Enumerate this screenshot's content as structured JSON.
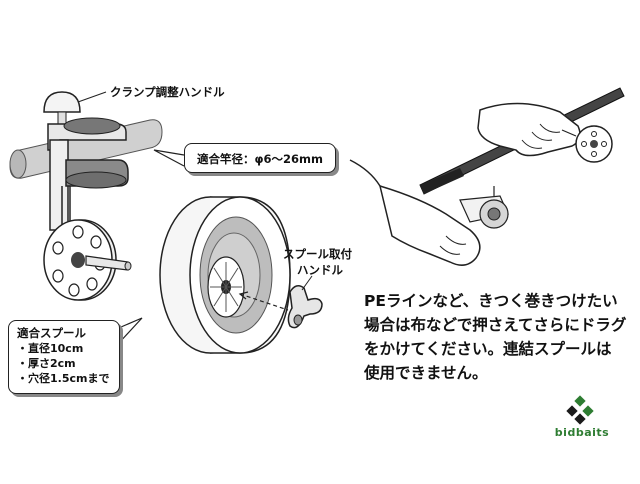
{
  "labels": {
    "clamp_handle": "クランプ調整ハンドル",
    "rod_diameter": "適合竿径：φ6～26mm",
    "spool_handle_line1": "スプール取付",
    "spool_handle_line2": "ハンドル"
  },
  "spool_spec": {
    "title": "適合スプール",
    "items": [
      "・直径10cm",
      "・厚さ2cm",
      "・穴径1.5cmまで"
    ]
  },
  "note": {
    "lines": [
      "PEラインなど、きつく巻きつけたい",
      "場合は布などで押さえてさらにドラグ",
      "をかけてください。連結スプールは",
      "使用できません。"
    ]
  },
  "logo": {
    "text": "bidbaits",
    "color": "#2e7d32"
  }
}
